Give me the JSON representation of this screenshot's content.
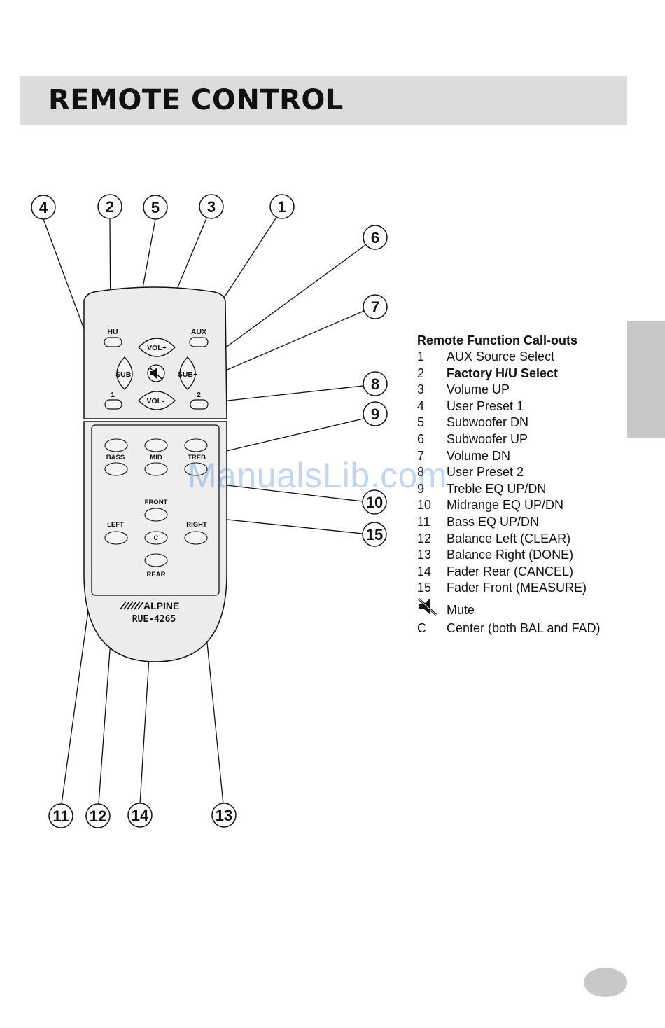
{
  "header": {
    "title": "REMOTE CONTROL"
  },
  "callouts": [
    "1",
    "2",
    "3",
    "4",
    "5",
    "6",
    "7",
    "8",
    "9",
    "10",
    "11",
    "12",
    "13",
    "14",
    "15"
  ],
  "remote": {
    "buttons": {
      "hu": "HU",
      "aux": "AUX",
      "vol_up": "VOL+",
      "vol_down": "VOL-",
      "sub_down": "SUB-",
      "sub_up": "SUB+",
      "preset1": "1",
      "preset2": "2",
      "bass": "BASS",
      "mid": "MID",
      "treb": "TREB",
      "front": "FRONT",
      "left": "LEFT",
      "right": "RIGHT",
      "center": "C",
      "rear": "REAR"
    },
    "brand": "ALPINE",
    "model": "RUE-4265"
  },
  "legend": {
    "title": "Remote Function Call-outs",
    "items": [
      {
        "num": "1",
        "text": "AUX Source Select"
      },
      {
        "num": "2",
        "text": "Factory H/U Select"
      },
      {
        "num": "3",
        "text": "Volume UP"
      },
      {
        "num": "4",
        "text": "User Preset 1"
      },
      {
        "num": "5",
        "text": "Subwoofer DN"
      },
      {
        "num": "6",
        "text": "Subwoofer UP"
      },
      {
        "num": "7",
        "text": "Volume DN"
      },
      {
        "num": "8",
        "text": "User Preset 2"
      },
      {
        "num": "9",
        "text": "Treble EQ UP/DN"
      },
      {
        "num": "10",
        "text": "Midrange  EQ UP/DN"
      },
      {
        "num": "11",
        "text": "Bass EQ UP/DN"
      },
      {
        "num": "12",
        "text": "Balance Left (CLEAR)"
      },
      {
        "num": "13",
        "text": "Balance Right (DONE)"
      },
      {
        "num": "14",
        "text": "Fader Rear (CANCEL)"
      },
      {
        "num": "15",
        "text": "Fader Front (MEASURE)"
      }
    ],
    "mute": {
      "icon": "mute-icon",
      "text": "Mute"
    },
    "center": {
      "num": "C",
      "text": "Center (both BAL and FAD)"
    }
  },
  "watermark": "ManualsLib.com"
}
